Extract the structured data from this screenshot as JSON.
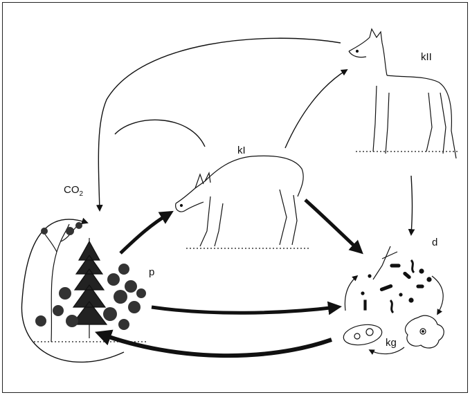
{
  "labels": {
    "co2_main": "CO",
    "co2_sub": "2",
    "producer": "p",
    "consumer1": "kI",
    "consumer2": "kII",
    "detritus": "d",
    "decomposer": "kg"
  }
}
